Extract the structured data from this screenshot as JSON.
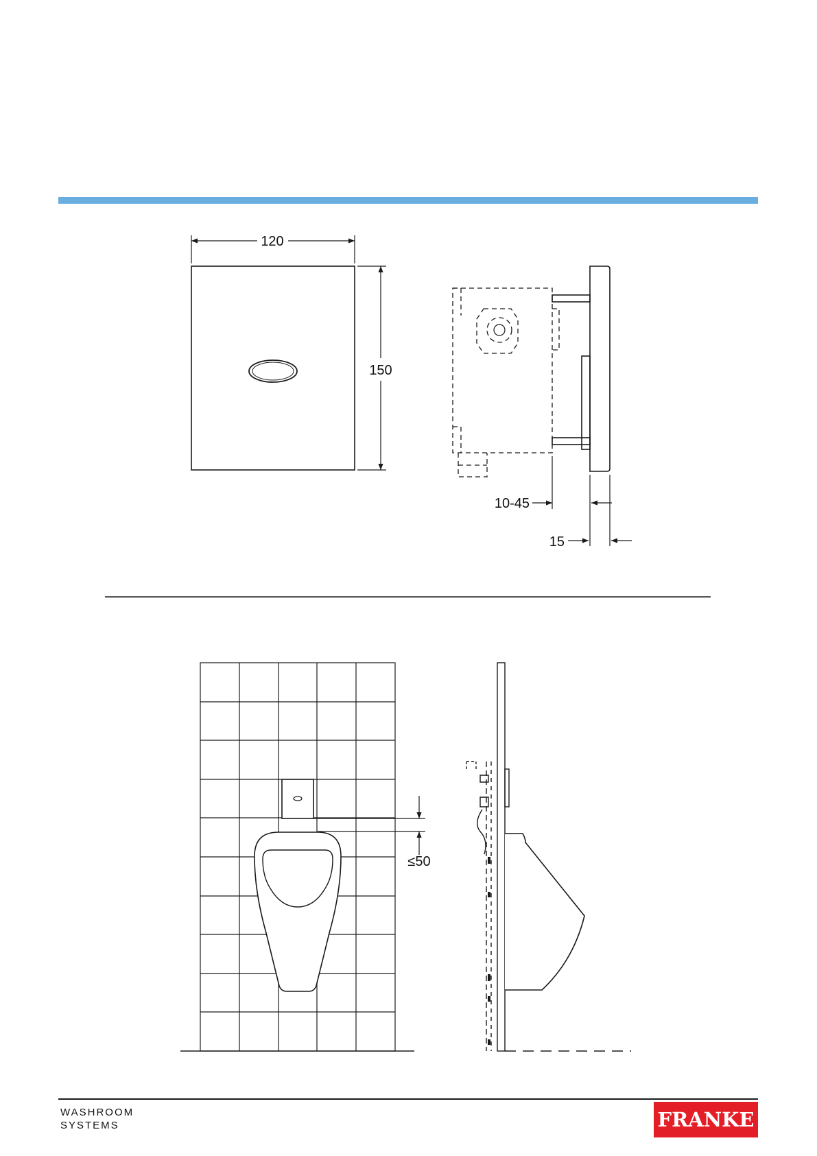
{
  "colors": {
    "accent_bar": "#6aaee0",
    "line": "#1a1a1a",
    "brand_red": "#e41e26"
  },
  "dimensions": {
    "width": "120",
    "height": "150",
    "wall_depth": "10-45",
    "plate_thickness": "15",
    "max_gap": "≤50"
  },
  "footer": {
    "brand_line1": "WASHROOM",
    "brand_line2": "SYSTEMS",
    "logo": "FRANKE",
    "logo_icon": "franke-logo-icon"
  }
}
